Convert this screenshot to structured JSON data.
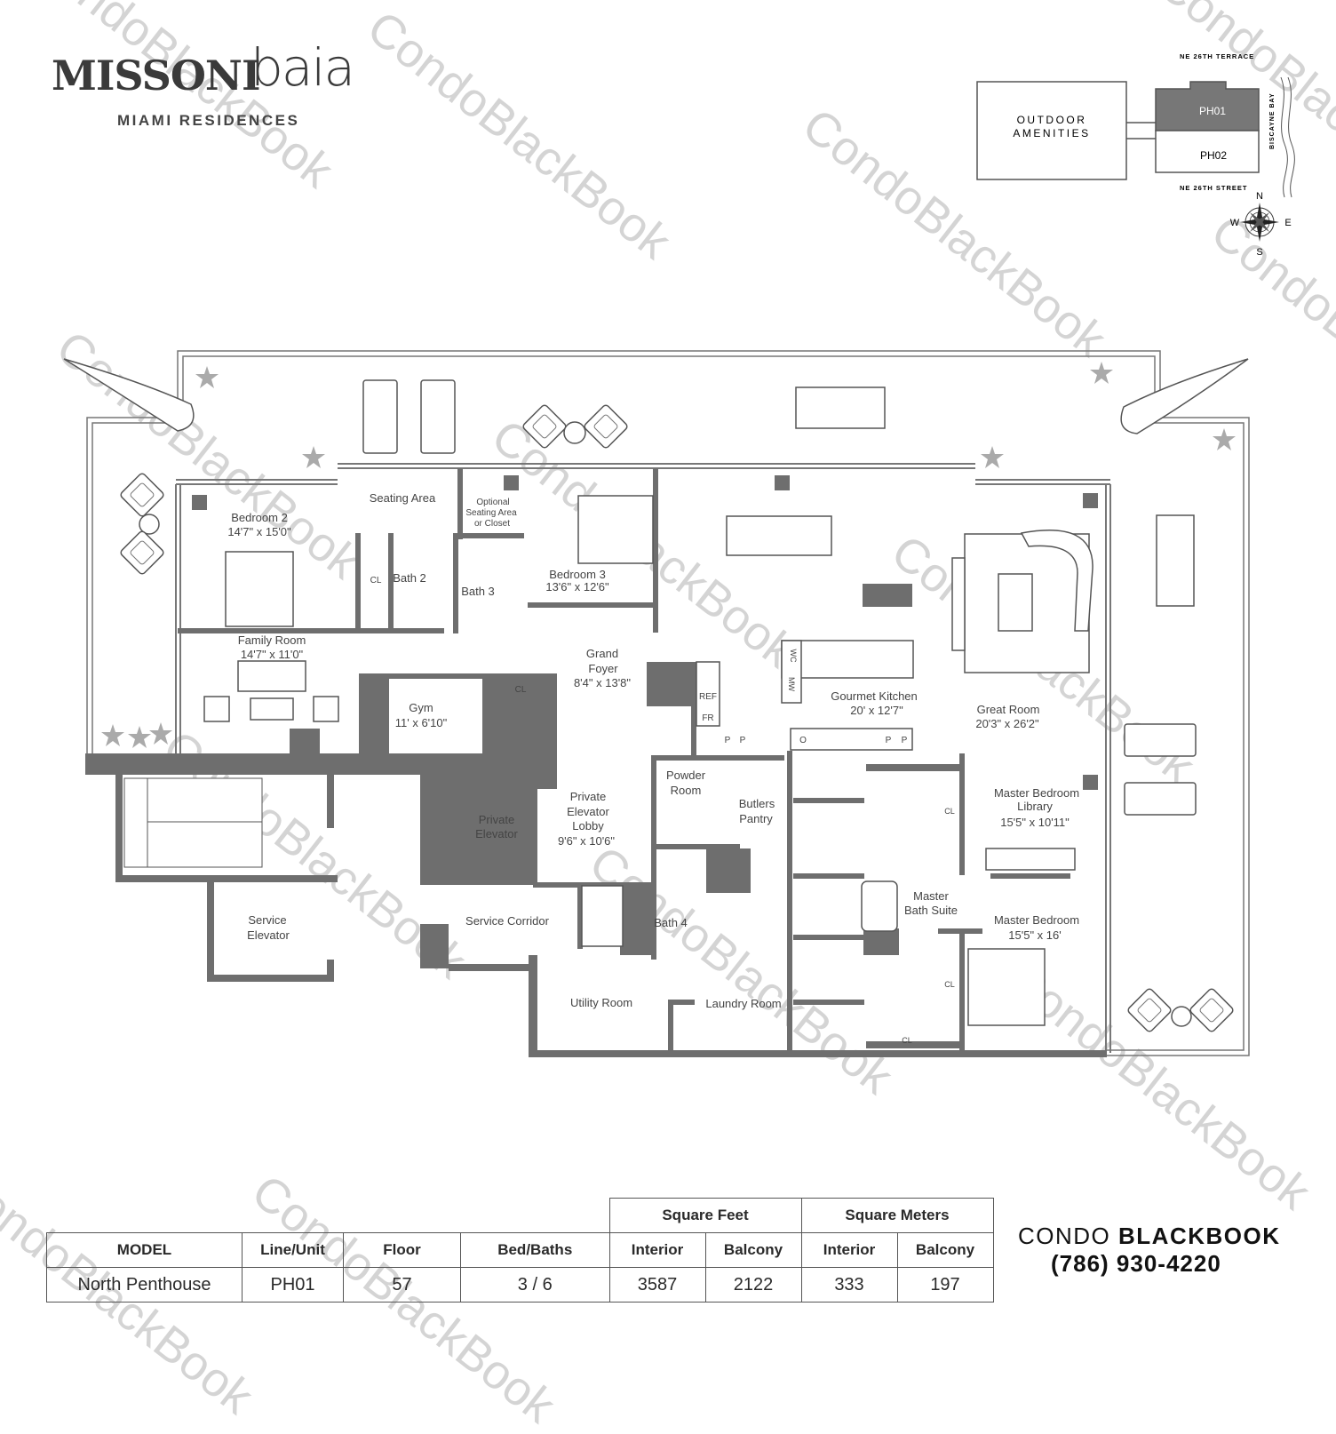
{
  "logo": {
    "brand": "MISSONI",
    "brand_script": "baia",
    "subtitle": "MIAMI RESIDENCES"
  },
  "keyplan": {
    "top_street": "NE 26TH TERRACE",
    "bottom_street": "NE 26TH STREET",
    "side_label": "BISCAYNE BAY",
    "amenities_line1": "OUTDOOR",
    "amenities_line2": "AMENITIES",
    "unit_highlight": "PH01",
    "unit_other": "PH02",
    "compass": {
      "n": "N",
      "s": "S",
      "e": "E",
      "w": "W"
    }
  },
  "rooms": {
    "bedroom2": {
      "name": "Bedroom 2",
      "dim": "14'7\" x 15'0\""
    },
    "seating": {
      "name": "Seating Area"
    },
    "optional": {
      "l1": "Optional",
      "l2": "Seating Area",
      "l3": "or Closet"
    },
    "bedroom3": {
      "name": "Bedroom 3",
      "dim": "13'6\" x 12'6\""
    },
    "cl": "CL",
    "bath2": "Bath 2",
    "bath3": "Bath 3",
    "family": {
      "name": "Family Room",
      "dim": "14'7\" x 11'0\""
    },
    "gym": {
      "name": "Gym",
      "dim": "11' x 6'10\""
    },
    "foyer": {
      "l1": "Grand",
      "l2": "Foyer",
      "dim": "8'4\" x 13'8\""
    },
    "kitchen": {
      "name": "Gourmet Kitchen",
      "dim": "20' x 12'7\""
    },
    "great": {
      "name": "Great Room",
      "dim": "20'3\" x 26'2\""
    },
    "ref": "REF",
    "fr": "FR",
    "wc": "WC",
    "mw": "MW",
    "p": "P",
    "o": "O",
    "powder": {
      "l1": "Powder",
      "l2": "Room"
    },
    "butlers": {
      "l1": "Butlers",
      "l2": "Pantry"
    },
    "lobby": {
      "l1": "Private",
      "l2": "Elevator",
      "l3": "Lobby",
      "dim": "9'6\" x 10'6\""
    },
    "private_elev": {
      "l1": "Private",
      "l2": "Elevator"
    },
    "service_elev": {
      "l1": "Service",
      "l2": "Elevator"
    },
    "corridor": "Service Corridor",
    "bath4": "Bath 4",
    "utility": "Utility Room",
    "laundry": "Laundry Room",
    "library": {
      "l1": "Master Bedroom",
      "l2": "Library",
      "dim": "15'5\" x 10'11\""
    },
    "master_bath": {
      "l1": "Master",
      "l2": "Bath Suite"
    },
    "master_bed": {
      "name": "Master Bedroom",
      "dim": "15'5\" x 16'"
    }
  },
  "table": {
    "group_sqft": "Square Feet",
    "group_sqm": "Square Meters",
    "headers": [
      "MODEL",
      "Line/Unit",
      "Floor",
      "Bed/Baths",
      "Interior",
      "Balcony",
      "Interior",
      "Balcony"
    ],
    "row": [
      "North Penthouse",
      "PH01",
      "57",
      "3 / 6",
      "3587",
      "2122",
      "333",
      "197"
    ]
  },
  "contact": {
    "brand_light": "CONDO",
    "brand_bold": "BLACKBOOK",
    "phone": "(786) 930-4220"
  },
  "watermark": "CondoBlackBook",
  "colors": {
    "wall": "#6e6e6e",
    "highlight": "#7a7a7a",
    "watermark": "#d4d4d4"
  }
}
